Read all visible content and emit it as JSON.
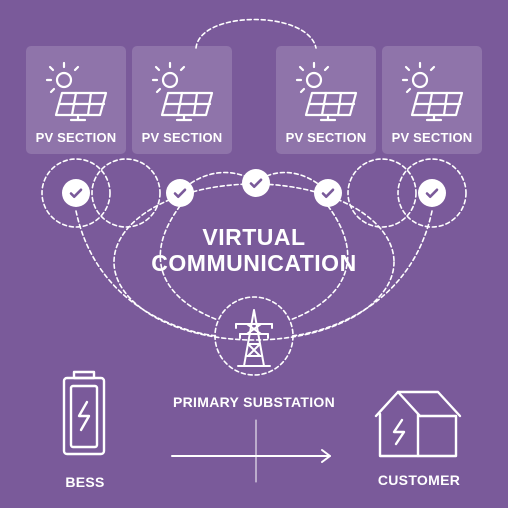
{
  "pv_sections": [
    {
      "label": "PV SECTION"
    },
    {
      "label": "PV SECTION"
    },
    {
      "label": "PV SECTION"
    },
    {
      "label": "PV SECTION"
    }
  ],
  "hub": {
    "line1": "VIRTUAL",
    "line2": "COMMUNICATION"
  },
  "substation": {
    "label": "PRIMARY SUBSTATION",
    "icon": "transmission-tower-icon"
  },
  "bess": {
    "label": "BESS",
    "icon": "battery-bolt-icon"
  },
  "customer": {
    "label": "CUSTOMER",
    "icon": "house-bolt-icon"
  },
  "colors": {
    "background": "#7a5a9a",
    "foreground": "#ffffff",
    "card": "rgba(255,255,255,0.16)"
  }
}
